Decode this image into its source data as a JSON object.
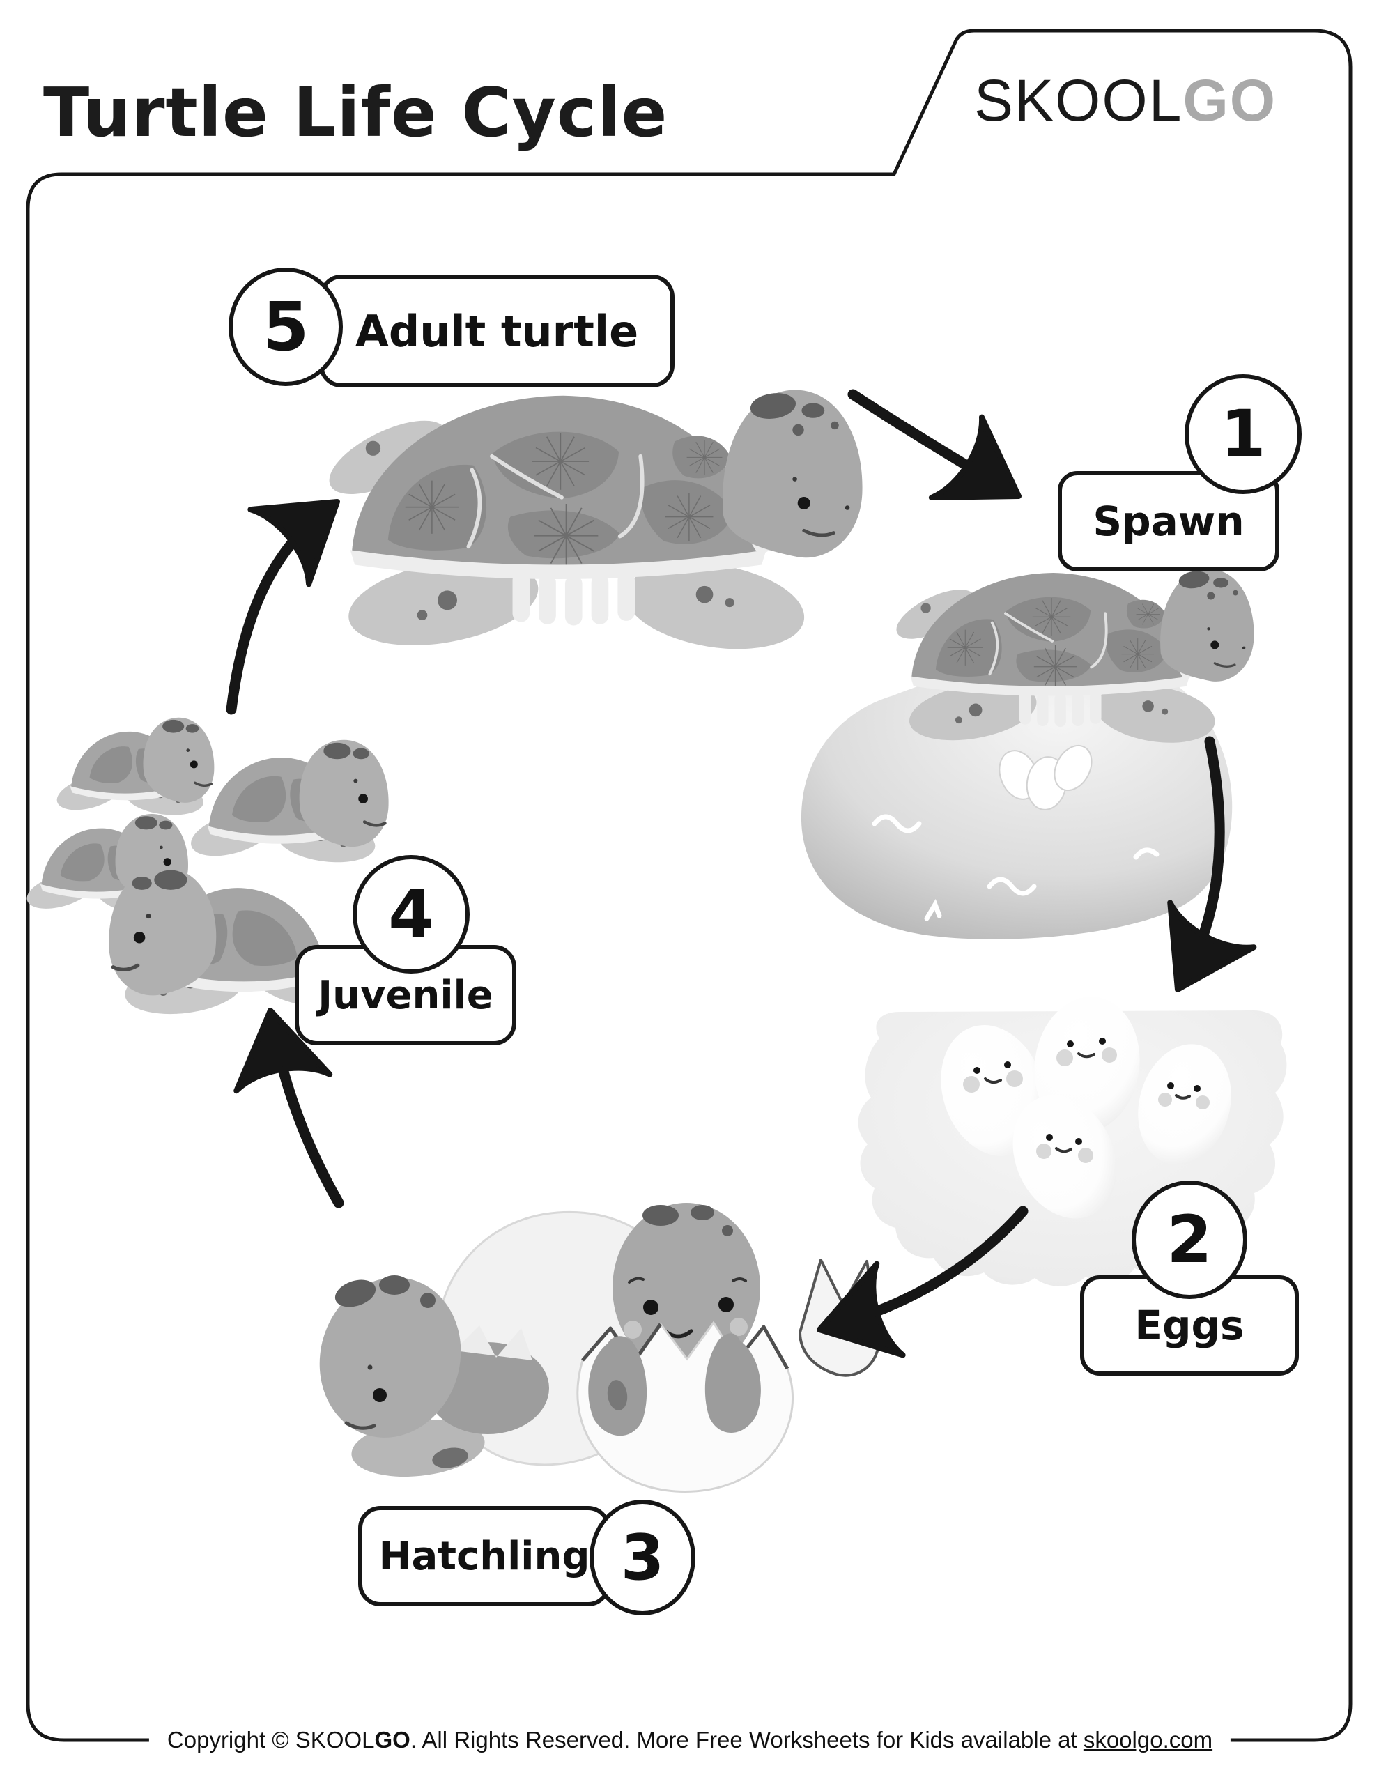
{
  "header": {
    "title": "Turtle Life Cycle",
    "logo": {
      "black": "SKOOL",
      "gray": "GO"
    }
  },
  "stages": [
    {
      "number": "1",
      "label": "Spawn"
    },
    {
      "number": "2",
      "label": "Eggs"
    },
    {
      "number": "3",
      "label": "Hatchling"
    },
    {
      "number": "4",
      "label": "Juvenile"
    },
    {
      "number": "5",
      "label": "Adult turtle"
    }
  ],
  "diagram": {
    "type": "cycle",
    "arrows": [
      "5→1",
      "1→2",
      "2→3",
      "3→4",
      "4→5"
    ],
    "illustrations": [
      "adult-turtle",
      "turtle-laying-eggs-on-sand-mound",
      "egg-clutch-with-faces-in-sand",
      "hatchlings-emerging-from-cracked-eggs",
      "juvenile-baby-turtles"
    ]
  },
  "footer": {
    "prefix": "Copyright © SKOOL",
    "brand_bold": "GO",
    "suffix": ". All Rights Reserved. More Free Worksheets for Kids available at ",
    "link": "skoolgo.com"
  },
  "colors": {
    "ink": "#161616",
    "logo_gray": "#a9a9a9",
    "turtle_shell": "#9c9c9c",
    "turtle_skin": "#ababab",
    "flipper_gray": "#c6c6c6",
    "egg_white": "#ffffff",
    "sand_gray": "#cfcfcf"
  }
}
